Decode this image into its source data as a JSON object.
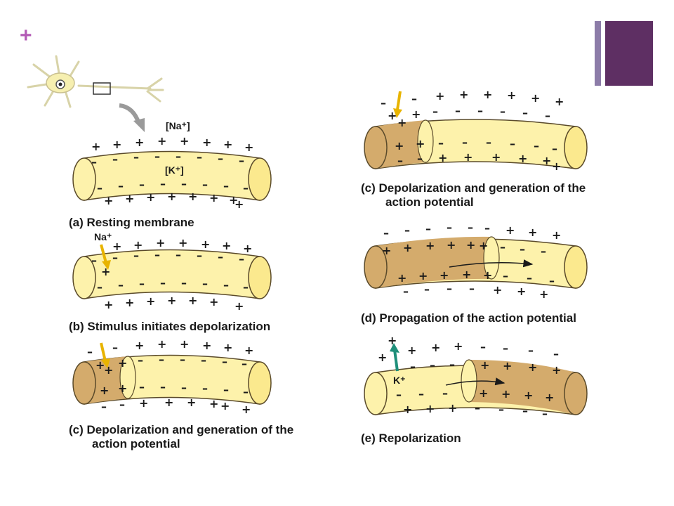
{
  "slide": {
    "plus_symbol": "+",
    "accent_colors": {
      "plus": "#b45bb6",
      "stripe": "#8c7ca8",
      "block": "#5e2f63"
    }
  },
  "colors": {
    "axon": "#fdf2ab",
    "axon_dark": "#d4ab6c",
    "outline": "#5a4a2a",
    "na_arrow": "#e8b400",
    "k_arrow": "#1f8f7a"
  },
  "ions": {
    "na_outside": "[Na⁺]",
    "k_inside": "[K⁺]",
    "na_flux": "Na⁺",
    "k_flux": "K⁺"
  },
  "panels": {
    "a": {
      "caption": "(a) Resting membrane"
    },
    "b": {
      "caption": "(b) Stimulus initiates depolarization"
    },
    "c_left": {
      "caption_line1": "(c) Depolarization and generation of the",
      "caption_line2": "action potential"
    },
    "c_right": {
      "caption_line1": "(c) Depolarization and generation of the",
      "caption_line2": "action potential"
    },
    "d": {
      "caption": "(d) Propagation of the action potential"
    },
    "e": {
      "caption": "(e) Repolarization"
    }
  }
}
